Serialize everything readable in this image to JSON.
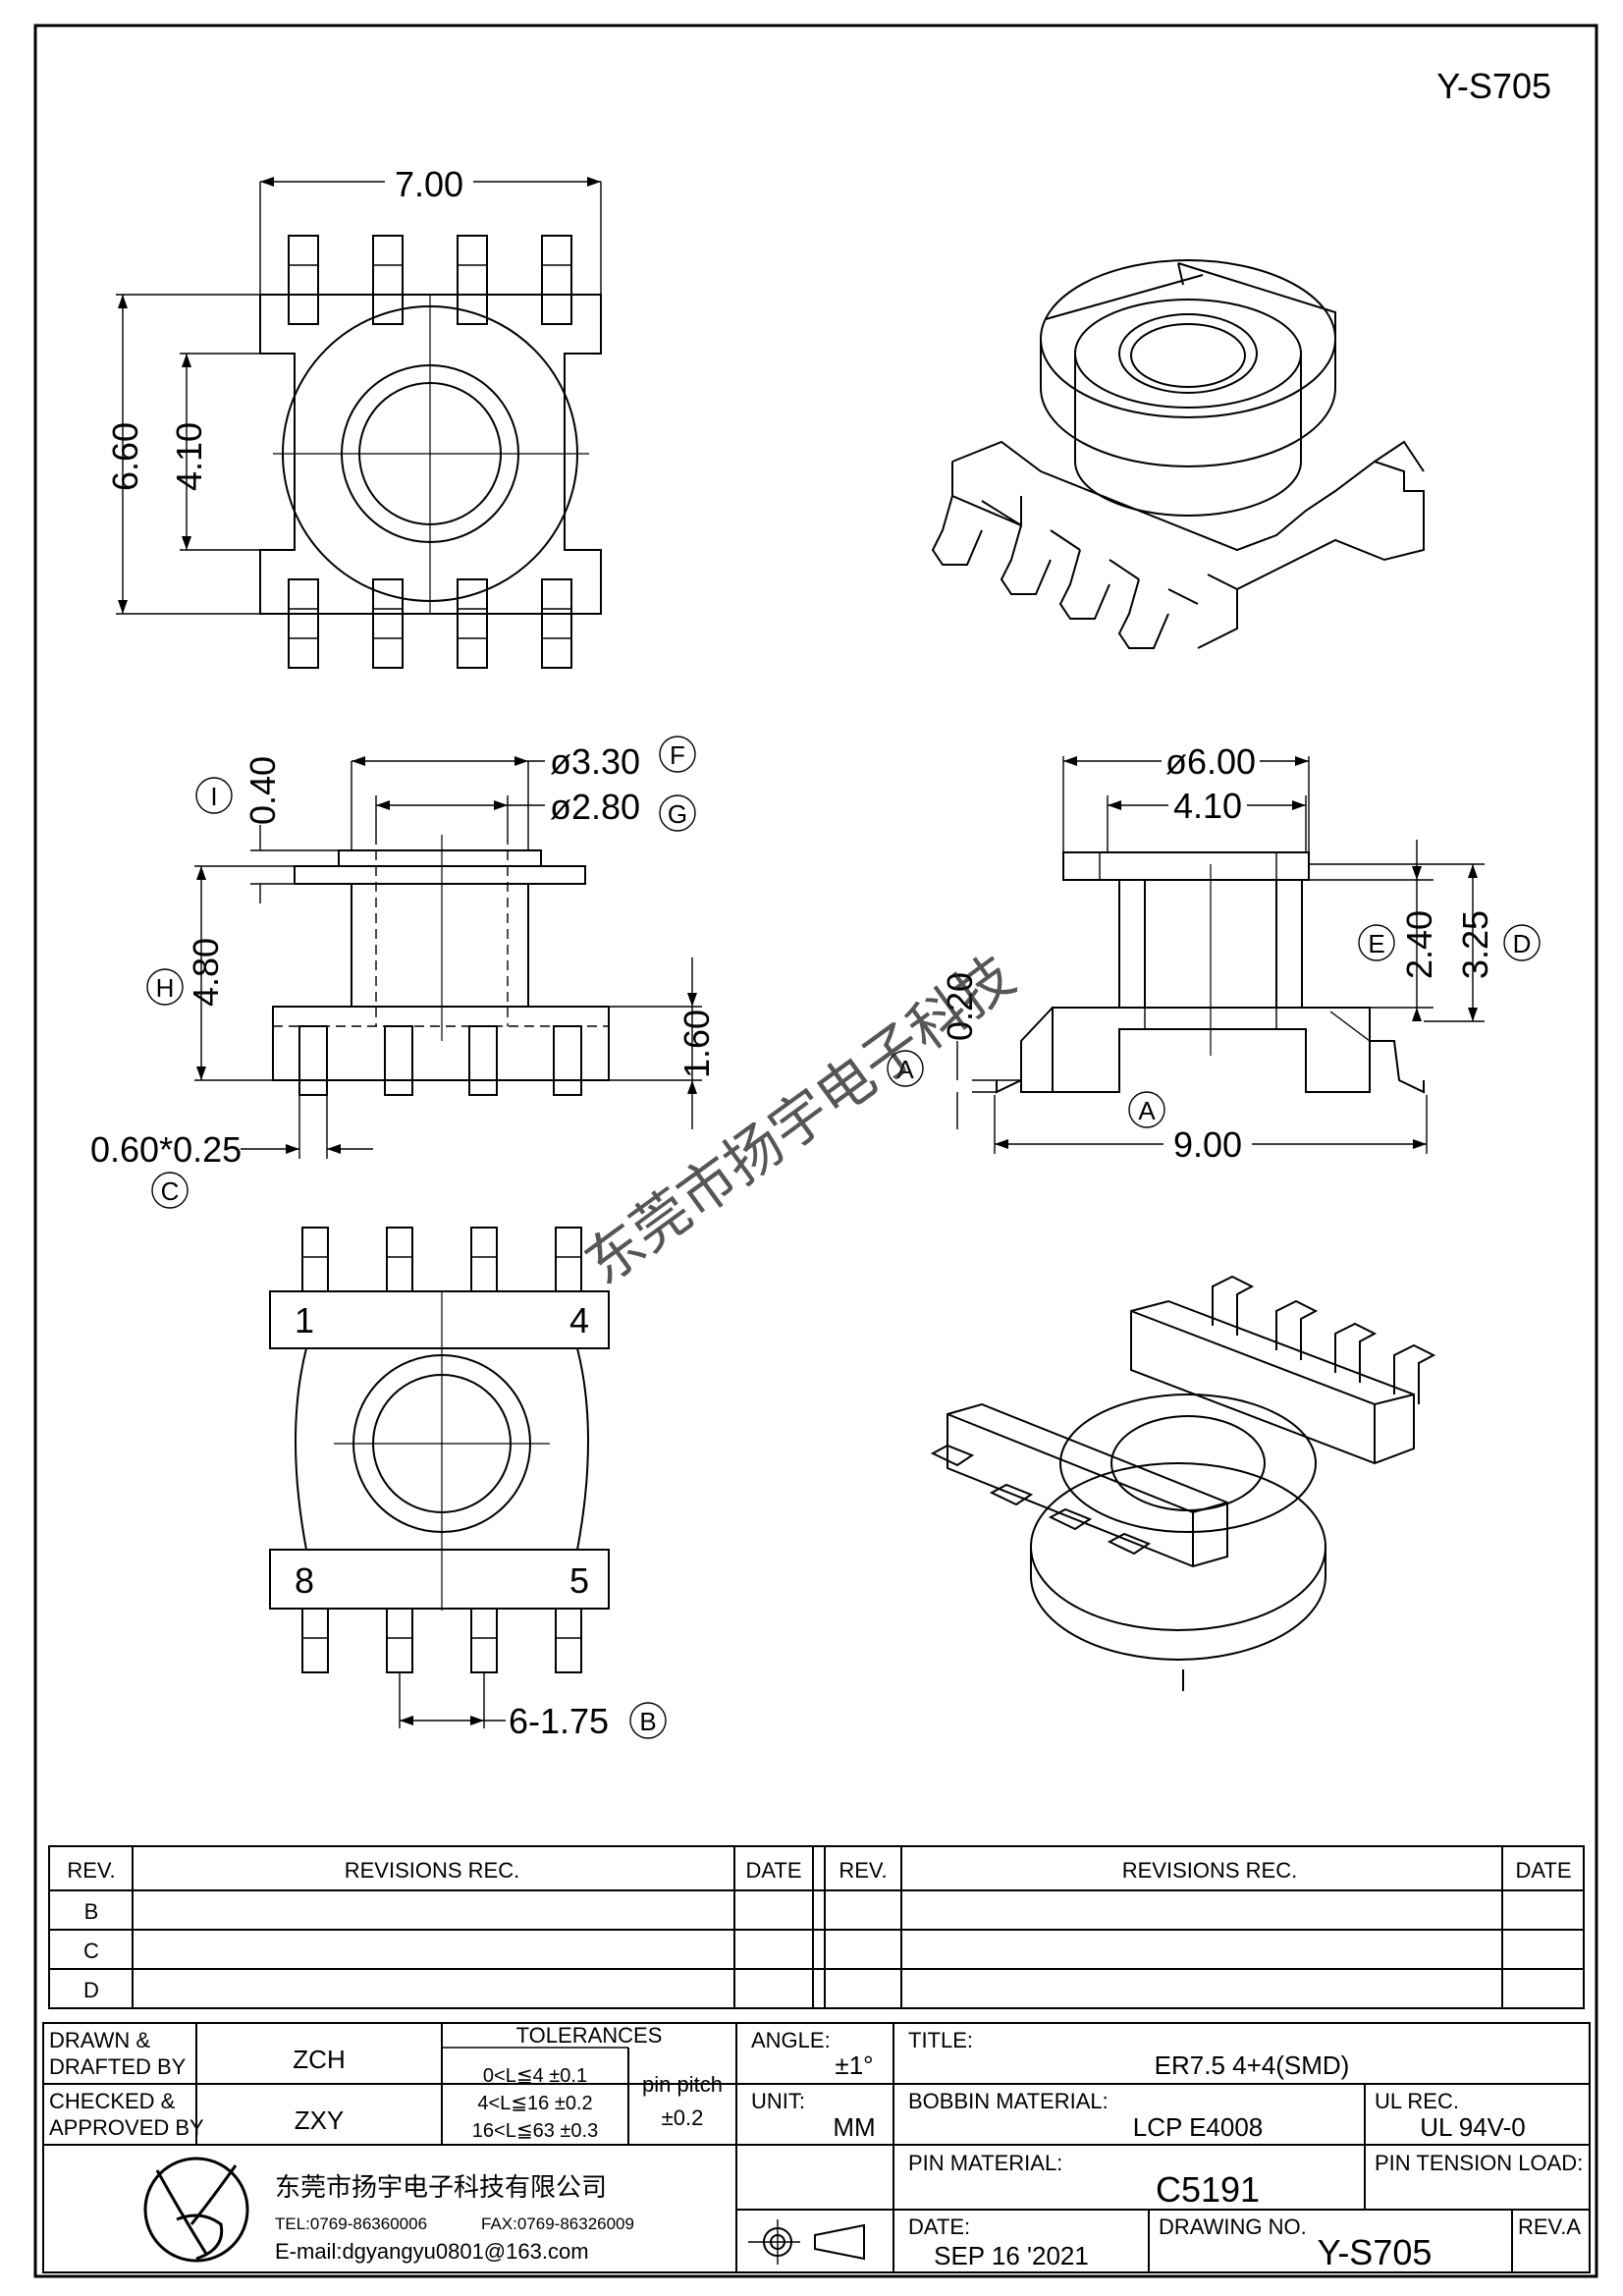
{
  "drawing_id": "Y-S705",
  "top_view": {
    "width": "7.00",
    "height": "6.60",
    "inner": "4.10"
  },
  "side_view_left": {
    "d_f": "ø3.30",
    "label_f": "F",
    "d_g": "ø2.80",
    "label_g": "G",
    "t_i": "0.40",
    "label_i": "I",
    "h_h": "4.80",
    "label_h": "H",
    "base_h": "1.60",
    "pin": "0.60*0.25",
    "label_c": "C"
  },
  "side_view_right": {
    "d_outer": "ø6.00",
    "inner": "4.10",
    "e_val": "2.40",
    "label_e": "E",
    "d_val": "3.25",
    "label_d": "D",
    "a_val": "0.20",
    "label_a": "A",
    "width": "9.00"
  },
  "bottom_view": {
    "pin1": "1",
    "pin4": "4",
    "pin8": "8",
    "pin5": "5",
    "pitch": "6-1.75",
    "label_b": "B"
  },
  "watermark": "东莞市扬宇电子科技",
  "revisions": {
    "h_rev": "REV.",
    "h_rec": "REVISIONS   REC.",
    "h_date": "DATE",
    "rows": [
      "B",
      "C",
      "D"
    ]
  },
  "title_block": {
    "drawn_label_1": "DRAWN &",
    "drawn_label_2": "DRAFTED BY",
    "drawn_by": "ZCH",
    "checked_label_1": "CHECKED &",
    "checked_label_2": "APPROVED BY",
    "checked_by": "ZXY",
    "tolerances_label": "TOLERANCES",
    "tol_1": "0<L≦4    ±0.1",
    "tol_2": "4<L≦16  ±0.2",
    "tol_3": "16<L≦63 ±0.3",
    "pitch_label": "pin  pitch",
    "pitch_value": "±0.2",
    "angle_label": "ANGLE:",
    "angle_value": "±1°",
    "unit_label": "UNIT:",
    "unit_value": "MM",
    "title_label": "TITLE:",
    "title_value": "ER7.5  4+4(SMD)",
    "bobbin_label": "BOBBIN  MATERIAL:",
    "bobbin_value": "LCP  E4008",
    "ul_label": "UL  REC.",
    "ul_value": "UL  94V-0",
    "pin_mat_label": "PIN  MATERIAL:",
    "pin_mat_value": "C5191",
    "pin_tension_label": "PIN  TENSION  LOAD:",
    "company": "东莞市扬宇电子科技有限公司",
    "tel": "TEL:0769-86360006",
    "fax": "FAX:0769-86326009",
    "email": "E-mail:dgyangyu0801@163.com",
    "date_label": "DATE:",
    "date_value": "SEP  16  '2021",
    "drawing_no_label": "DRAWING  NO.",
    "drawing_no_value": "Y-S705",
    "rev_label": "REV.A"
  }
}
